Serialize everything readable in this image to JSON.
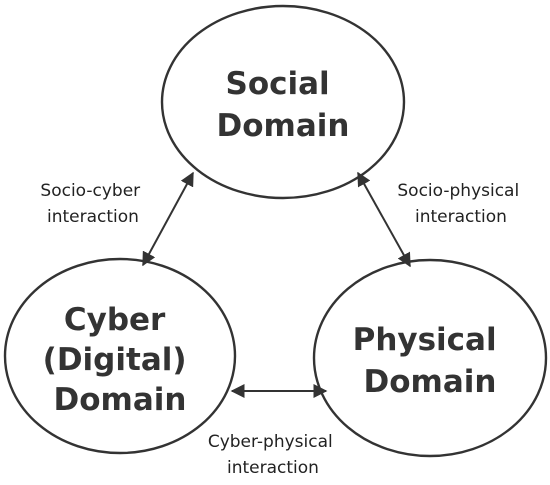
{
  "colors": {
    "stroke": "#333333",
    "node_text": "#333333",
    "edge_text": "#222222",
    "background": "#ffffff"
  },
  "nodes": {
    "social": {
      "line1": "Social",
      "line2": "Domain"
    },
    "cyber": {
      "line1": "Cyber",
      "line2": "(Digital)",
      "line3": "Domain"
    },
    "physical": {
      "line1": "Physical",
      "line2": "Domain"
    }
  },
  "edges": {
    "socio_cyber": {
      "line1": "Socio-cyber",
      "line2": "interaction"
    },
    "socio_physical": {
      "line1": "Socio-physical",
      "line2": "interaction"
    },
    "cyber_physical": {
      "line1": "Cyber-physical",
      "line2": "interaction"
    }
  }
}
